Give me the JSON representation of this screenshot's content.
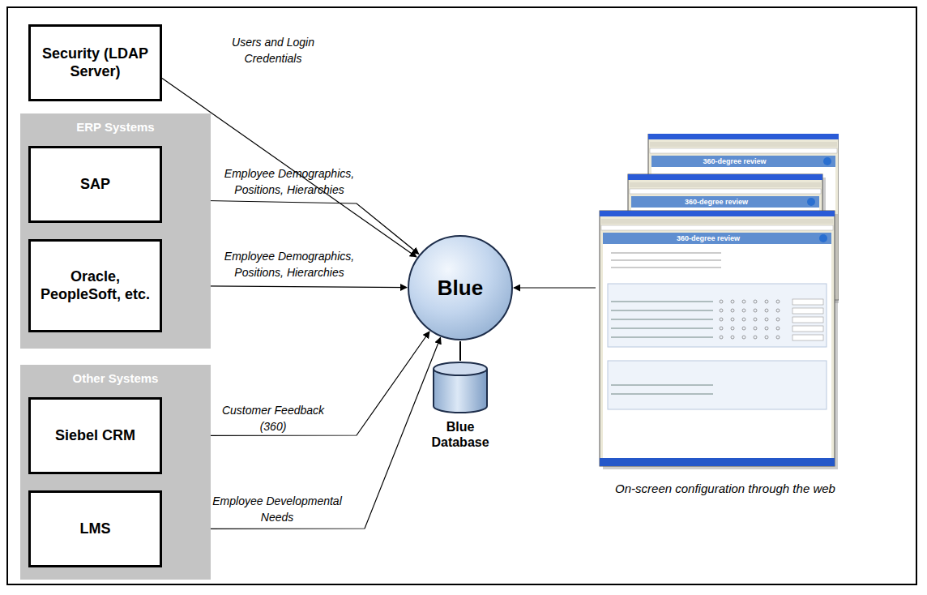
{
  "diagram": {
    "nodes": [
      {
        "text": [
          "Security (LDAP Server)"
        ]
      },
      {
        "text": [
          "ERP Systems"
        ]
      },
      {
        "text": [
          "SAP"
        ],
        "in": 1
      },
      {
        "text": [
          "Oracle, PeopleSoft, etc."
        ],
        "in": 1
      },
      {
        "text": [
          "Other Systems"
        ]
      },
      {
        "text": [
          "Siebel CRM"
        ],
        "in": 4
      },
      {
        "text": [
          "LMS"
        ],
        "in": 4
      },
      {
        "text": [
          "Blue"
        ]
      },
      {
        "text": [
          "Blue Database"
        ]
      },
      {
        "text": [
          "On-screen configuration through the web"
        ]
      }
    ],
    "edges": [
      {
        "from": 0,
        "to": 7,
        "label": "Users and Login Credentials",
        "arrow": "to"
      },
      {
        "from": 2,
        "to": 7,
        "label": "Employee Demographics, Positions, Hierarchies",
        "arrow": "to"
      },
      {
        "from": 3,
        "to": 7,
        "label": "Employee Demographics, Positions, Hierarchies",
        "arrow": "to"
      },
      {
        "from": 5,
        "to": 7,
        "label": "Customer Feedback (360)",
        "arrow": "to"
      },
      {
        "from": 6,
        "to": 7,
        "label": "Employee Developmental Needs",
        "arrow": "both"
      },
      {
        "from": 9,
        "to": 7,
        "arrow": "to"
      },
      {
        "from": 7,
        "to": 8,
        "arrow": "none"
      }
    ],
    "labels": [
      "360-degree review",
      "360-degree review",
      "360-degree review"
    ]
  }
}
